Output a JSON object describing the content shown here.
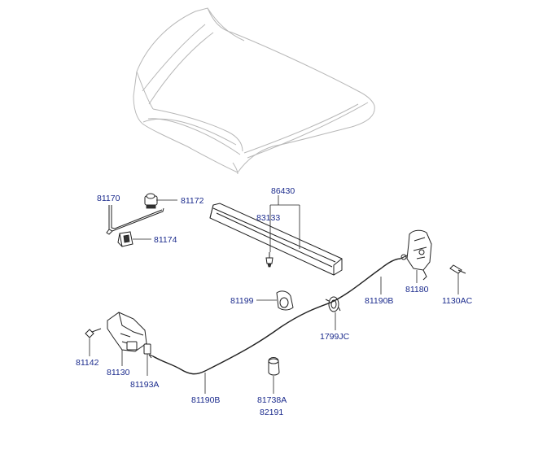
{
  "labels": {
    "l86430": "86430",
    "l83133": "83133",
    "l81170": "81170",
    "l81172": "81172",
    "l81174": "81174",
    "l81199": "81199",
    "l1799JC": "1799JC",
    "l81190B_top": "81190B",
    "l81180": "81180",
    "l1130AC": "1130AC",
    "l81142": "81142",
    "l81130": "81130",
    "l81193A": "81193A",
    "l81190B_bottom": "81190B",
    "l81738A": "81738A",
    "l82191": "82191"
  },
  "colors": {
    "label": "#1a2a8c",
    "line": "#222222",
    "hood_outline": "#b8b8b8"
  }
}
